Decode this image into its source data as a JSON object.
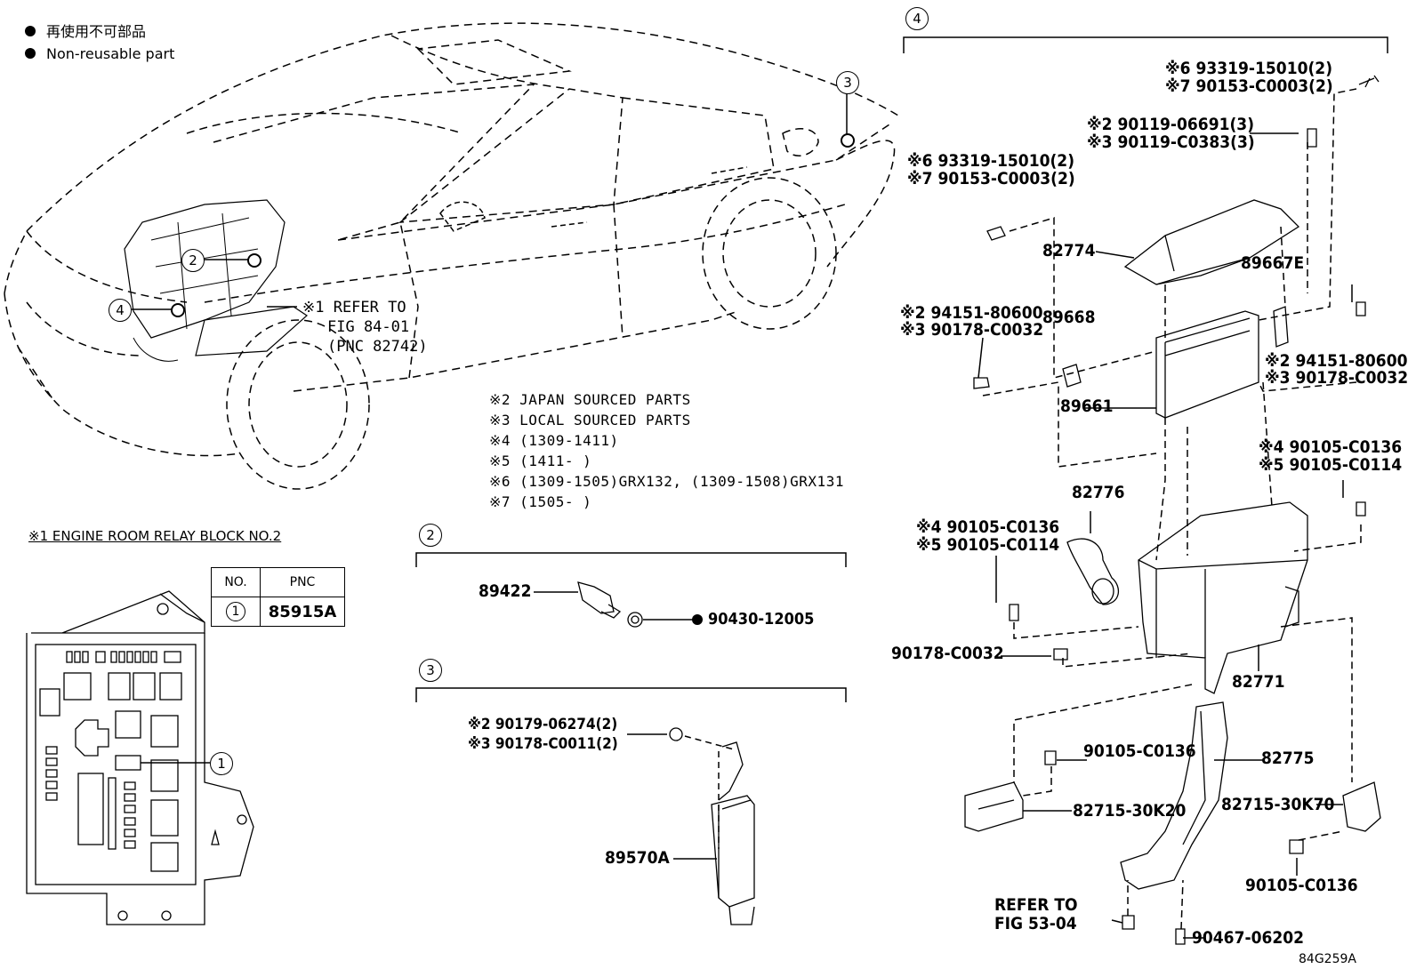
{
  "legend": {
    "line1": "再使用不可部品",
    "line2": "Non-reusable part"
  },
  "callouts": {
    "car_2": "2",
    "car_3": "3",
    "car_4": "4",
    "section_2": "2",
    "section_3": "3",
    "section_4": "4",
    "relay_1": "1"
  },
  "car_refer": {
    "line1": "※1 REFER TO",
    "line2": "FIG 84-01",
    "line3": "(PNC 82742)"
  },
  "notes": [
    "※2 JAPAN SOURCED PARTS",
    "※3 LOCAL SOURCED PARTS",
    "※4 (1309-1411)",
    "※5 (1411-      )",
    "※6 (1309-1505)GRX132, (1309-1508)GRX131",
    "※7 (1505-      )"
  ],
  "relay_block": {
    "heading": "※1 ENGINE ROOM RELAY BLOCK NO.2",
    "table": {
      "header_no": "NO.",
      "header_pnc": "PNC",
      "row_no": "1",
      "row_pnc": "85915A"
    }
  },
  "section2": {
    "part_89422": "89422",
    "part_90430": "90430-12005"
  },
  "section3": {
    "bolt_line1": "※2 90179-06274(2)",
    "bolt_line2": "※3 90178-C0011(2)",
    "part_89570A": "89570A"
  },
  "section4": {
    "top_bolt_line1": "※6 93319-15010(2)",
    "top_bolt_line2": "※7 90153-C0003(2)",
    "bolt_06691_line1": "※2 90119-06691(3)",
    "bolt_06691_line2": "※3 90119-C0383(3)",
    "left_bolt_line1": "※6 93319-15010(2)",
    "left_bolt_line2": "※7 90153-C0003(2)",
    "part_82774": "82774",
    "part_89667E": "89667E",
    "left_nut_line1": "※2 94151-80600",
    "left_nut_line2": "※3 90178-C0032",
    "part_89668": "89668",
    "right_nut_line1": "※2 94151-80600",
    "right_nut_line2": "※3 90178-C0032",
    "part_89661": "89661",
    "right_bolt_line1": "※4 90105-C0136",
    "right_bolt_line2": "※5 90105-C0114",
    "part_82776": "82776",
    "mid_bolt_line1": "※4 90105-C0136",
    "mid_bolt_line2": "※5 90105-C0114",
    "nut_90178": "90178-C0032",
    "part_82771": "82771",
    "bolt_90105_a": "90105-C0136",
    "part_82775": "82775",
    "part_82715_30K20": "82715-30K20",
    "part_82715_30K70": "82715-30K70",
    "bolt_90105_b": "90105-C0136",
    "refer_line1": "REFER TO",
    "refer_line2": "FIG 53-04",
    "part_90467": "90467-06202"
  },
  "figure_code": "84G259A"
}
